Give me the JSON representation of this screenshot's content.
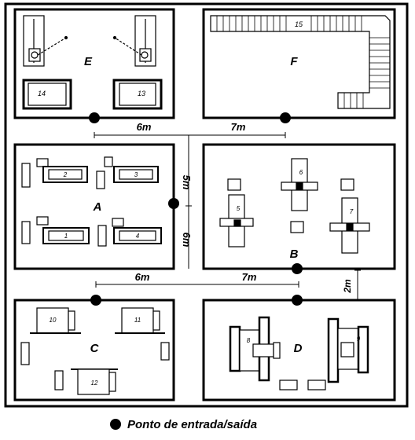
{
  "rooms": {
    "a": "A",
    "b": "B",
    "c": "C",
    "d": "D",
    "e": "E",
    "f": "F"
  },
  "machines": {
    "m1": "1",
    "m2": "2",
    "m3": "3",
    "m4": "4",
    "m5": "5",
    "m6": "6",
    "m7": "7",
    "m8": "8",
    "m9": "9",
    "m10": "10",
    "m11": "11",
    "m12": "12",
    "m13": "13",
    "m14": "14",
    "m15": "15"
  },
  "dimensions": {
    "top_left": "6m",
    "top_right": "7m",
    "vertical_upper": "5m",
    "vertical_lower": "6m",
    "bottom_left": "6m",
    "bottom_right": "7m",
    "corridor_height": "2m"
  },
  "legend": {
    "entry_exit_label": "Ponto de entrada/saída"
  }
}
